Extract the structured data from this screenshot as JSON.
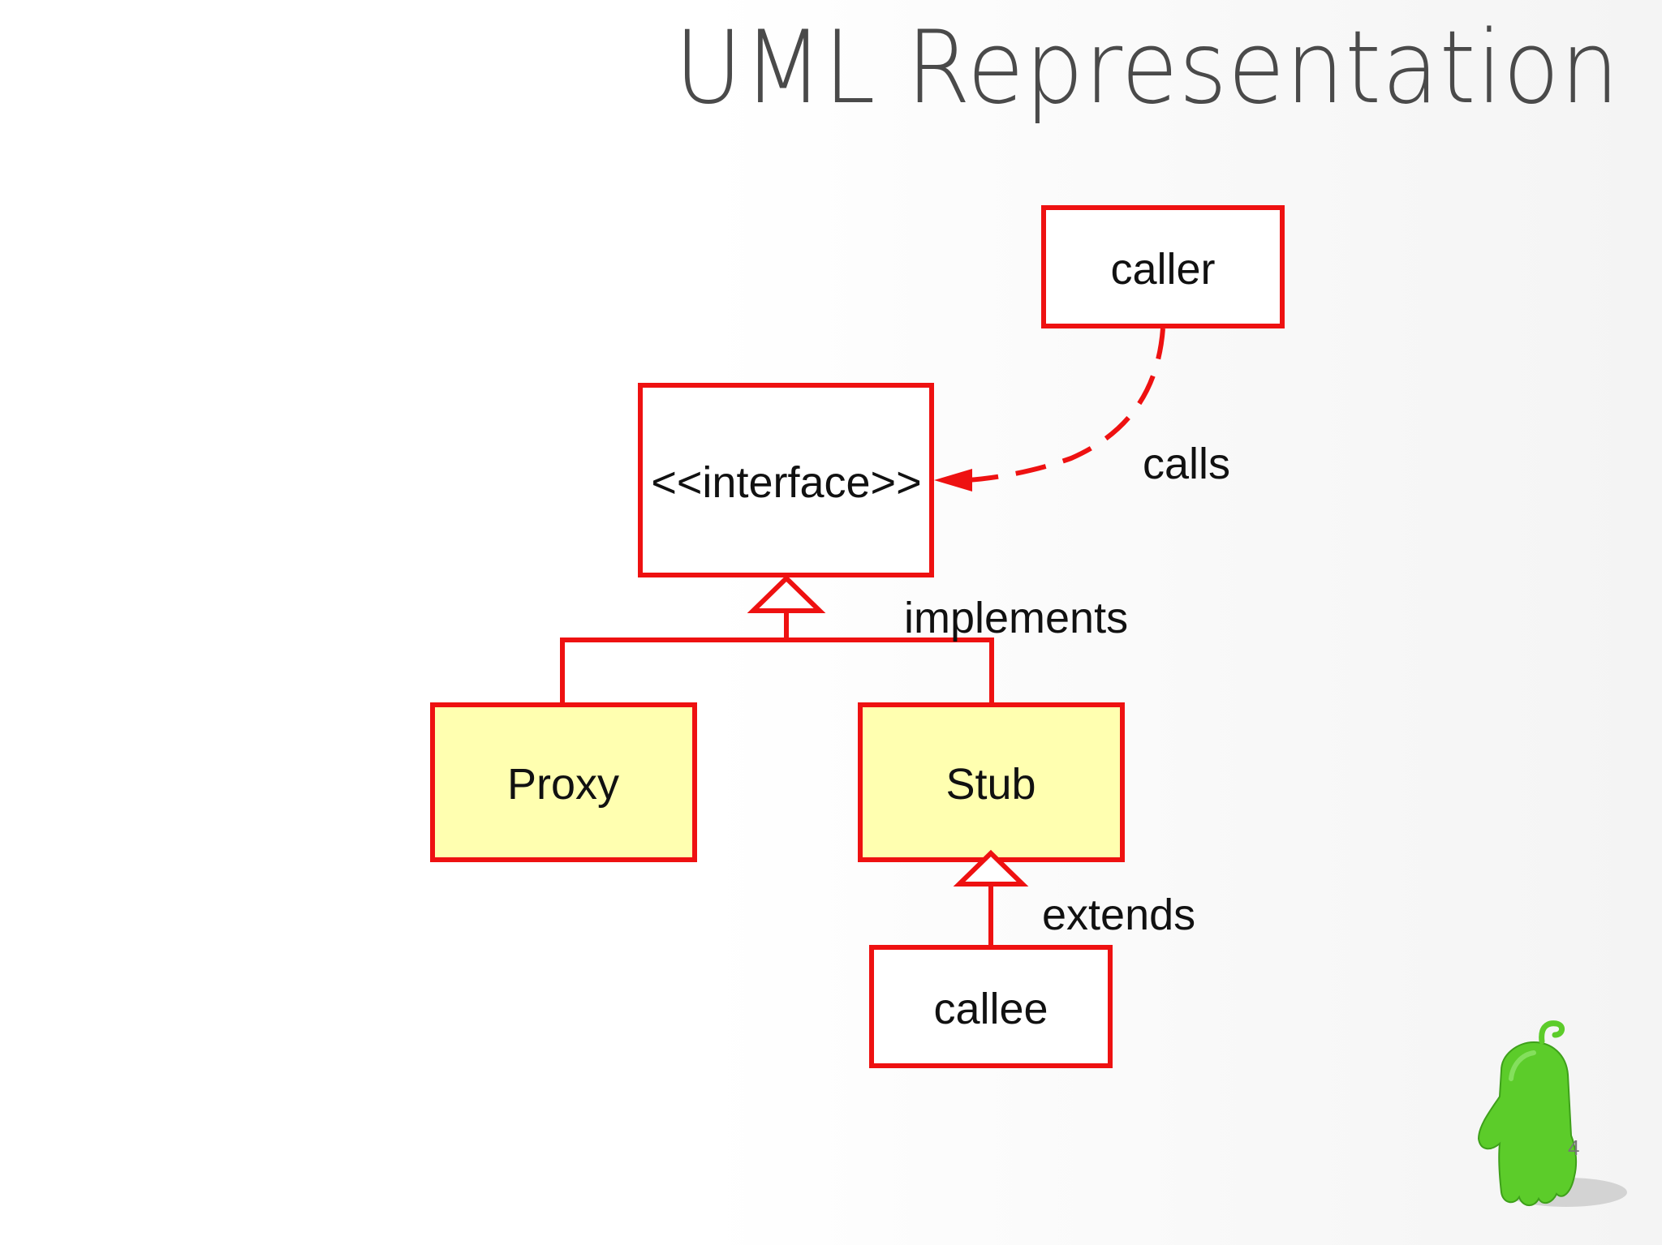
{
  "slide": {
    "title": "UML Representation",
    "page_number": "4"
  },
  "diagram": {
    "colors": {
      "stroke": "#ee1111",
      "filled_box": "#ffffb0",
      "plain_box": "#ffffff"
    },
    "boxes": {
      "caller": "caller",
      "interface": "<<interface>>",
      "proxy": "Proxy",
      "stub": "Stub",
      "callee": "callee"
    },
    "relations": {
      "calls": "calls",
      "implements": "implements",
      "extends": "extends"
    }
  },
  "mascot": {
    "icon": "green-blob-mascot-icon",
    "color": "#5ccc2a"
  }
}
